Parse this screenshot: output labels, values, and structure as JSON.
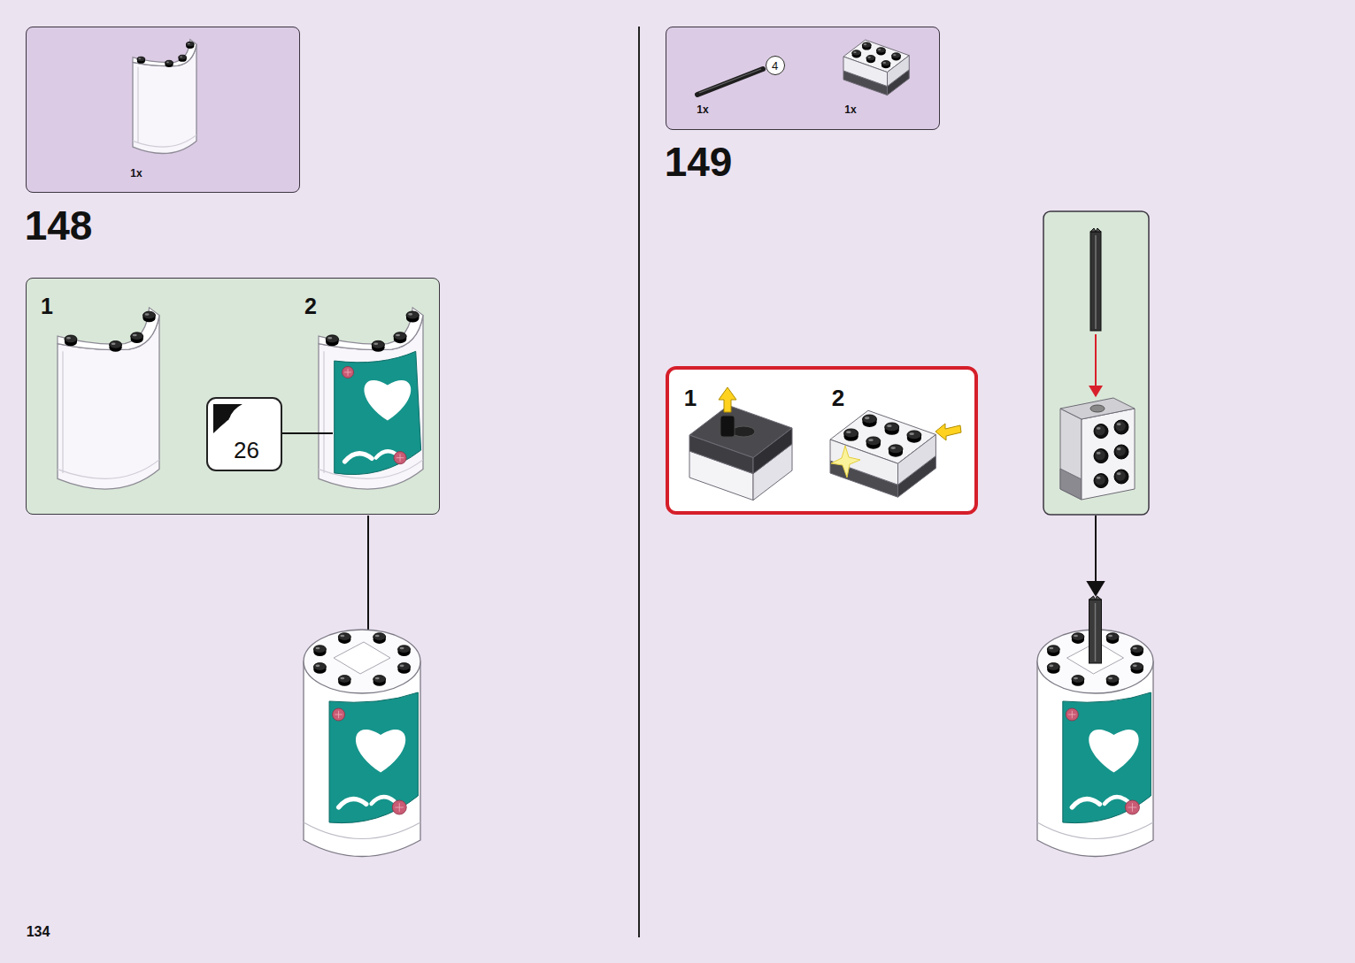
{
  "diagram": {
    "nodes": [
      {
        "text": [
          "1x"
        ]
      },
      {
        "text": [
          "1",
          "2"
        ]
      },
      {
        "text": [
          "26"
        ],
        "in": 1
      },
      {
        "text": [
          "1x",
          "1x"
        ]
      },
      {
        "text": [
          "4"
        ],
        "in": 3
      },
      {
        "text": [
          "1",
          "2"
        ]
      }
    ],
    "labels": [
      "148",
      "149",
      "134"
    ]
  }
}
